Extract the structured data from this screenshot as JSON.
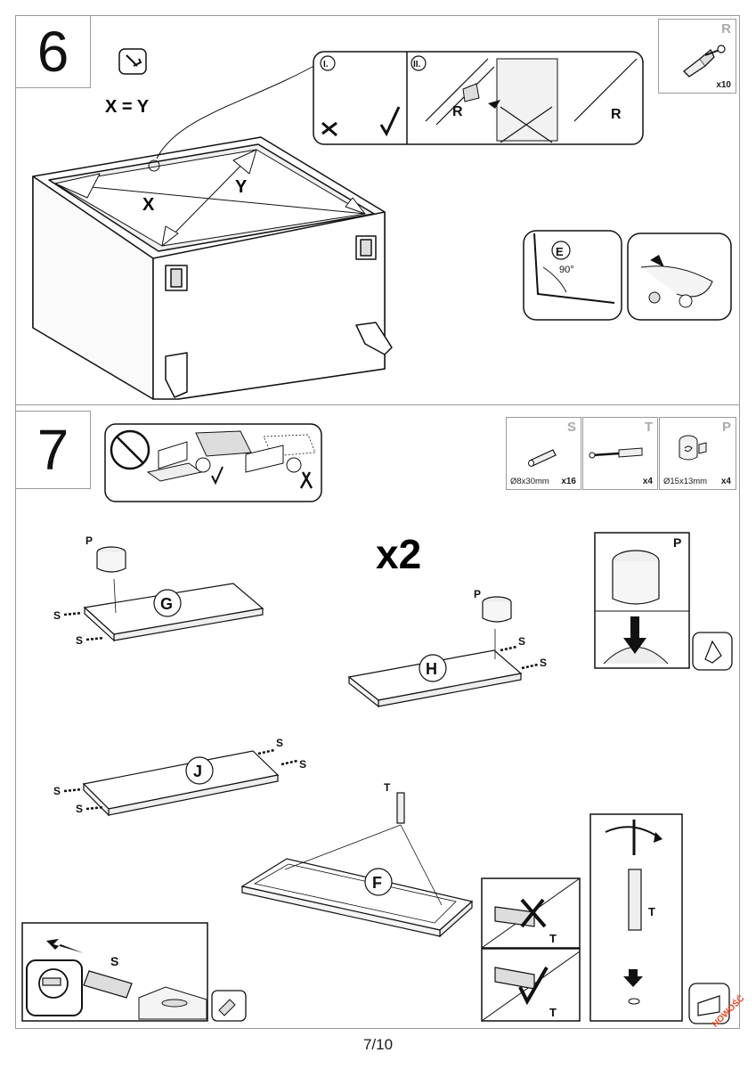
{
  "steps": [
    {
      "number": "6",
      "equation": "X = Y",
      "label_x": "X",
      "label_y": "Y",
      "inset_i": "I.",
      "inset_ii": "II.",
      "part_r": "R",
      "angle": "90°",
      "part_e": "E"
    },
    {
      "number": "7",
      "multiplier": "x2"
    }
  ],
  "parts": {
    "r": {
      "letter": "R",
      "qty": "x10"
    },
    "s": {
      "letter": "S",
      "dim": "Ø8x30mm",
      "qty": "x16"
    },
    "t": {
      "letter": "T",
      "qty": "x4"
    },
    "p": {
      "letter": "P",
      "dim": "Ø15x13mm",
      "qty": "x4"
    }
  },
  "panels": {
    "g": "G",
    "h": "H",
    "j": "J",
    "f": "F"
  },
  "callouts": {
    "s": "S",
    "t": "T",
    "p": "P"
  },
  "footer": {
    "page": "7/10",
    "stamp": "NOWOŚĆ"
  }
}
